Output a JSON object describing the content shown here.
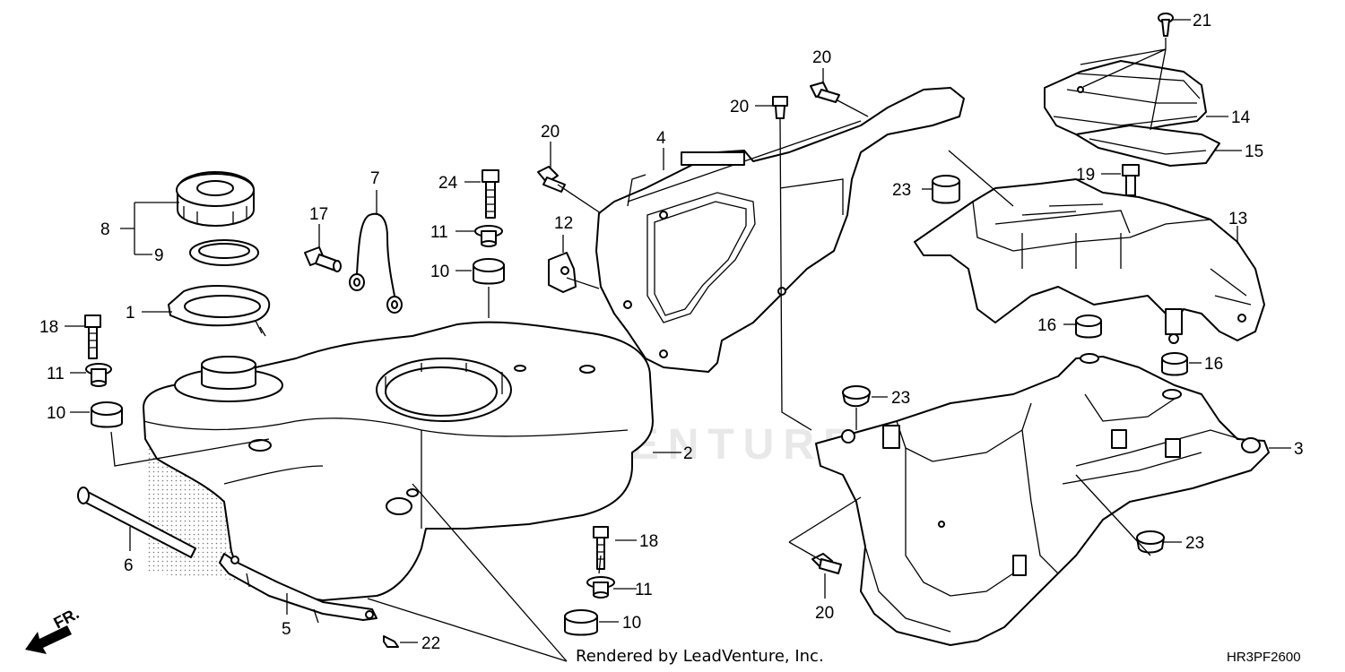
{
  "diagram": {
    "code": "HR3PF2600",
    "credit": "Rendered by LeadVenture, Inc.",
    "watermark": "LEADVENTURE",
    "front_label": "FR.",
    "callouts": {
      "c1": "1",
      "c2": "2",
      "c3": "3",
      "c4": "4",
      "c5": "5",
      "c6": "6",
      "c7": "7",
      "c8": "8",
      "c9": "9",
      "c10a": "10",
      "c10b": "10",
      "c10c": "10",
      "c11a": "11",
      "c11b": "11",
      "c11c": "11",
      "c12": "12",
      "c13": "13",
      "c14": "14",
      "c15": "15",
      "c16a": "16",
      "c16b": "16",
      "c17": "17",
      "c18a": "18",
      "c18b": "18",
      "c19": "19",
      "c20a": "20",
      "c20b": "20",
      "c20c": "20",
      "c20d": "20",
      "c21": "21",
      "c22": "22",
      "c23a": "23",
      "c23b": "23",
      "c23c": "23",
      "c24": "24"
    }
  }
}
